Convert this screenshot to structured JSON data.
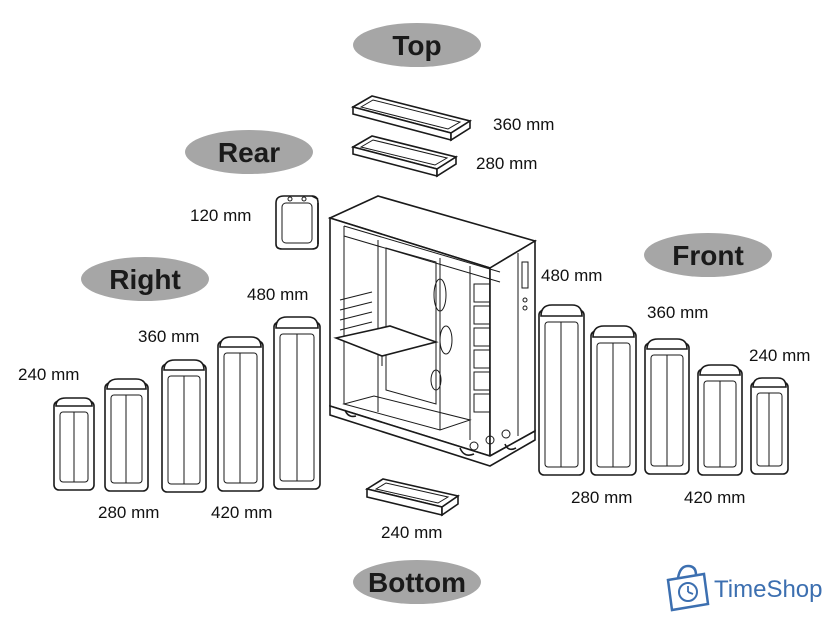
{
  "positions": {
    "top": "Top",
    "rear": "Rear",
    "right": "Right",
    "front": "Front",
    "bottom": "Bottom"
  },
  "top_sizes": [
    "360 mm",
    "280 mm"
  ],
  "rear_size": "120 mm",
  "right_sizes": [
    "240 mm",
    "280 mm",
    "360 mm",
    "420 mm",
    "480 mm"
  ],
  "front_sizes": [
    "480 mm",
    "280 mm",
    "360 mm",
    "420 mm",
    "240 mm"
  ],
  "bottom_size": "240 mm",
  "watermark": {
    "brand": "TimeShop"
  },
  "colors": {
    "pill_fill": "#a6a6a6",
    "line": "#1a1a1a",
    "brand_blue": "#3c6fb0"
  }
}
